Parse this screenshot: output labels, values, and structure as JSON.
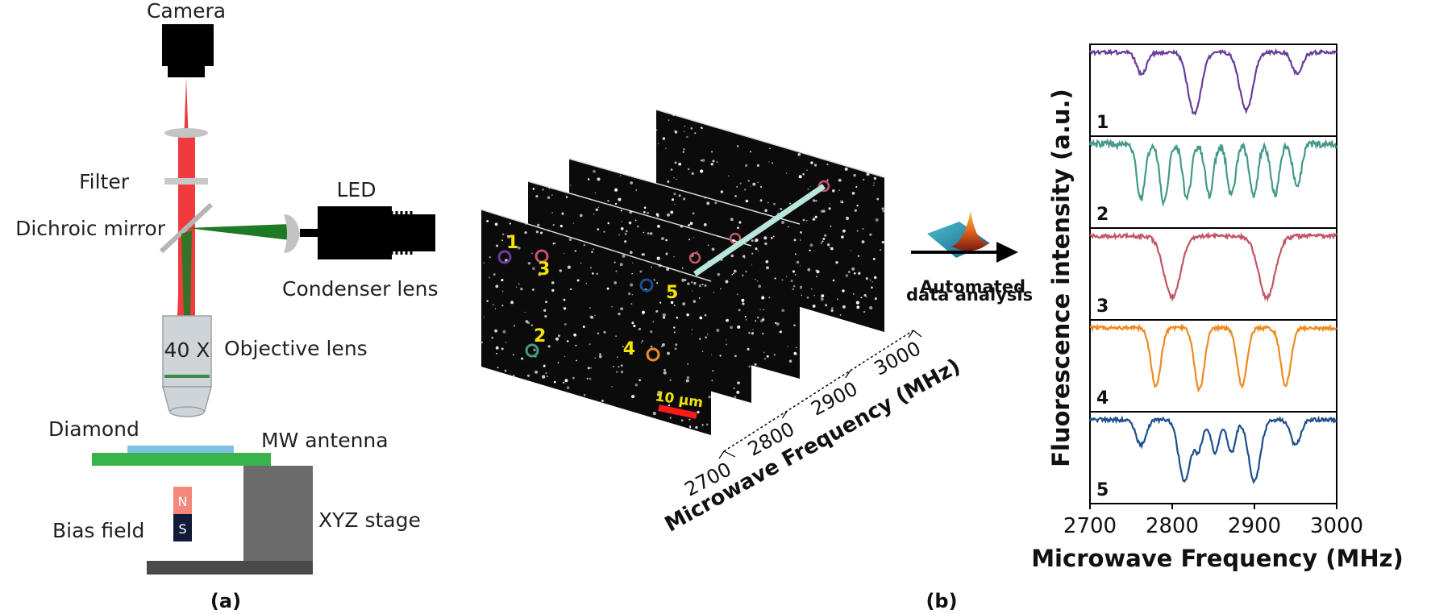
{
  "setup": {
    "camera": "Camera",
    "filter": "Filter",
    "dichroic": "Dichroic mirror",
    "led": "LED",
    "condenser": "Condenser lens",
    "objective_mag": "40 X",
    "objective": "Objective lens",
    "diamond": "Diamond",
    "antenna": "MW antenna",
    "magnet_n": "N",
    "magnet_s": "S",
    "bias": "Bias field",
    "stage": "XYZ stage",
    "panel": "(a)"
  },
  "imaging": {
    "spots": [
      "1",
      "2",
      "3",
      "4",
      "5"
    ],
    "scale_bar": "10 μm",
    "axis_ticks": [
      "2700",
      "2800",
      "2900",
      "3000"
    ],
    "axis_label": "Microwave Frequency (MHz)",
    "analysis_line1": "Automated",
    "analysis_line2": "data analysis",
    "panel": "(b)"
  },
  "chart_data": {
    "type": "line",
    "ylabel": "Fluorescence intensity (a.u.)",
    "xlabel": "Microwave Frequency (MHz)",
    "xlim": [
      2700,
      3000
    ],
    "xticks": [
      "2700",
      "2800",
      "2900",
      "3000"
    ],
    "ylim": [
      0,
      1
    ],
    "series": [
      {
        "panel": "1",
        "color": "#6a3d9a",
        "dips": [
          [
            2763,
            0.3,
            6
          ],
          [
            2827,
            0.85,
            8
          ],
          [
            2890,
            0.8,
            8
          ],
          [
            2952,
            0.3,
            6
          ]
        ]
      },
      {
        "panel": "2",
        "color": "#44998a",
        "dips": [
          [
            2762,
            0.75,
            5
          ],
          [
            2790,
            0.8,
            5
          ],
          [
            2818,
            0.75,
            5
          ],
          [
            2845,
            0.7,
            5
          ],
          [
            2872,
            0.7,
            5
          ],
          [
            2899,
            0.7,
            5
          ],
          [
            2925,
            0.7,
            5
          ],
          [
            2952,
            0.6,
            5
          ]
        ]
      },
      {
        "panel": "3",
        "color": "#c25568",
        "dips": [
          [
            2800,
            0.85,
            10
          ],
          [
            2915,
            0.85,
            10
          ]
        ]
      },
      {
        "panel": "4",
        "color": "#ef8a1f",
        "dips": [
          [
            2780,
            0.8,
            6
          ],
          [
            2833,
            0.85,
            6
          ],
          [
            2885,
            0.8,
            6
          ],
          [
            2938,
            0.8,
            6
          ]
        ]
      },
      {
        "panel": "5",
        "color": "#1f4e8c",
        "dips": [
          [
            2762,
            0.35,
            6
          ],
          [
            2815,
            0.85,
            7
          ],
          [
            2832,
            0.4,
            5
          ],
          [
            2852,
            0.45,
            5
          ],
          [
            2872,
            0.45,
            5
          ],
          [
            2900,
            0.85,
            7
          ],
          [
            2950,
            0.35,
            6
          ]
        ]
      }
    ]
  }
}
